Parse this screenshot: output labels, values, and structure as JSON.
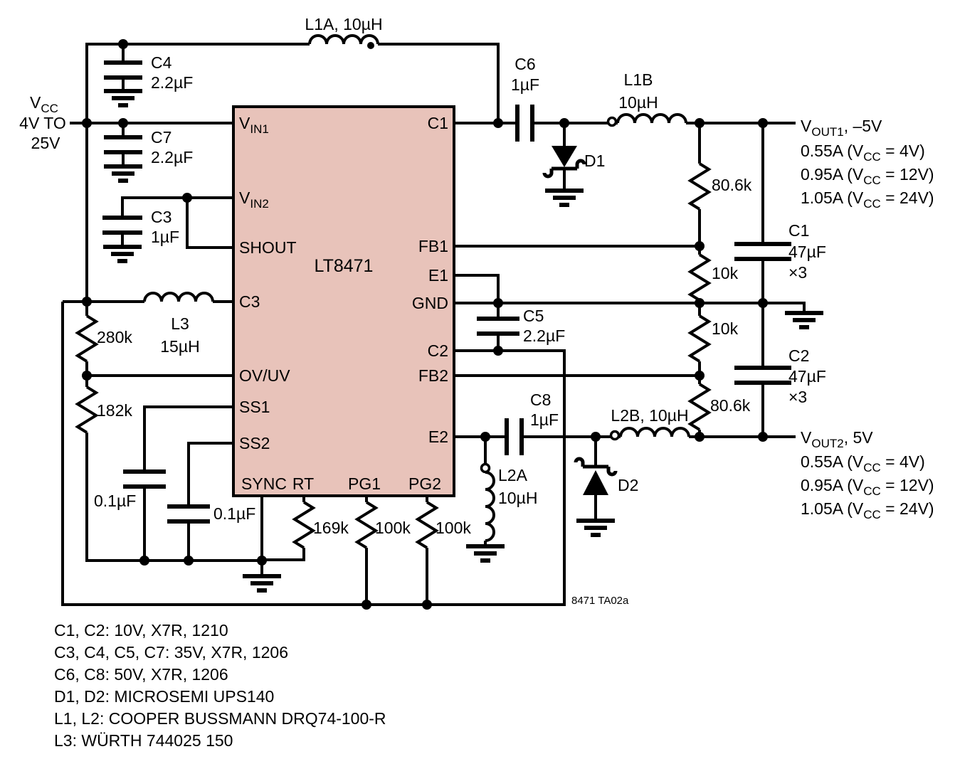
{
  "chip": {
    "part": "LT8471",
    "pins_left": {
      "vin1": {
        "t": "V",
        "s": "IN1"
      },
      "vin2": {
        "t": "V",
        "s": "IN2"
      },
      "shout": "SHOUT",
      "c3": "C3",
      "ovuv": "OV/UV",
      "ss1": "SS1",
      "ss2": "SS2"
    },
    "pins_bottom": {
      "sync": "SYNC",
      "rt": "RT",
      "pg1": "PG1",
      "pg2": "PG2"
    },
    "pins_right": {
      "c1": "C1",
      "fb1": "FB1",
      "e1": "E1",
      "gnd": "GND",
      "c2": "C2",
      "fb2": "FB2",
      "e2": "E2"
    }
  },
  "input": {
    "v": "V",
    "sub": "CC",
    "line2": "4V TO",
    "line3": "25V"
  },
  "components": {
    "l1a": "L1A, 10µH",
    "c4": "C4",
    "c4_val": "2.2µF",
    "c7": "C7",
    "c7_val": "2.2µF",
    "c3": "C3",
    "c3_val": "1µF",
    "l3": "L3",
    "l3_val": "15µH",
    "r280k": "280k",
    "r182k": "182k",
    "ss1_cap": "0.1µF",
    "ss2_cap": "0.1µF",
    "r169k": "169k",
    "r100k_a": "100k",
    "r100k_b": "100k",
    "l2a": "L2A",
    "l2a_val": "10µH",
    "c6": "C6",
    "c6_val": "1µF",
    "l1b": "L1B",
    "l1b_val": "10µH",
    "d1": "D1",
    "d2": "D2",
    "c5": "C5",
    "c5_val": "2.2µF",
    "c8": "C8",
    "c8_val": "1µF",
    "l2b": "L2B, 10µH",
    "r80k_top": "80.6k",
    "r10k_top": "10k",
    "r10k_bot": "10k",
    "r80k_bot": "80.6k",
    "c1": "C1",
    "c1_val": "47µF",
    "c1_mult": "×3",
    "c2": "C2",
    "c2_val": "47µF",
    "c2_mult": "×3"
  },
  "outputs": {
    "vout1": {
      "v": "V",
      "sub": "OUT1",
      "suffix": ", –5V",
      "specs": [
        {
          "pre": "0.55A (V",
          "sub": "CC",
          "post": " = 4V)"
        },
        {
          "pre": "0.95A (V",
          "sub": "CC",
          "post": " = 12V)"
        },
        {
          "pre": "1.05A (V",
          "sub": "CC",
          "post": " = 24V)"
        }
      ]
    },
    "vout2": {
      "v": "V",
      "sub": "OUT2",
      "suffix": ", 5V",
      "specs": [
        {
          "pre": "0.55A (V",
          "sub": "CC",
          "post": " = 4V)"
        },
        {
          "pre": "0.95A (V",
          "sub": "CC",
          "post": " = 12V)"
        },
        {
          "pre": "1.05A (V",
          "sub": "CC",
          "post": " = 24V)"
        }
      ]
    }
  },
  "figure_id": "8471 TA02a",
  "notes": [
    "C1, C2: 10V, X7R, 1210",
    "C3, C4, C5, C7: 35V, X7R, 1206",
    "C6, C8: 50V, X7R, 1206",
    "D1, D2: MICROSEMI UPS140",
    "L1, L2: COOPER BUSSMANN DRQ74-100-R",
    "L3: WÜRTH 744025 150"
  ],
  "colors": {
    "chip_fill": "#e8c3ba",
    "line": "#000000",
    "background": "#ffffff"
  }
}
